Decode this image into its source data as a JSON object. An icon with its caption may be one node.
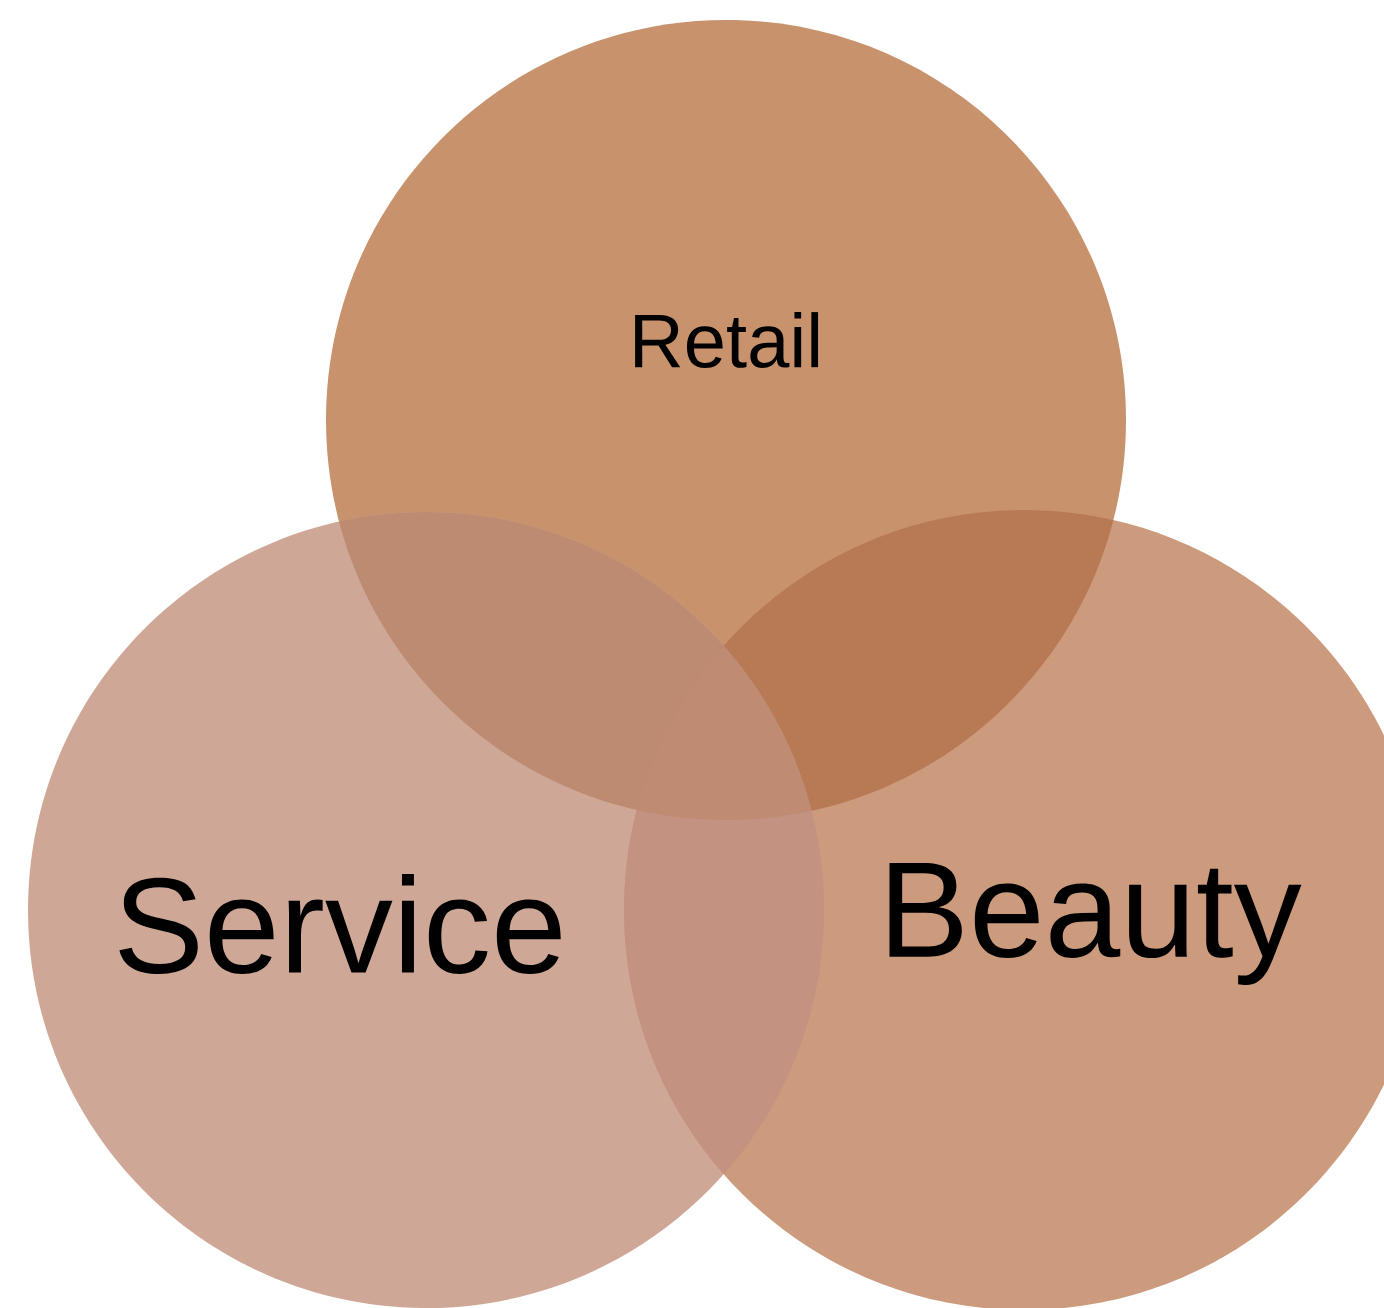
{
  "diagram": {
    "nodes": [
      {
        "text": [
          "Retail"
        ]
      },
      {
        "text": [
          "Service"
        ]
      },
      {
        "text": [
          "Beauty"
        ]
      }
    ]
  }
}
